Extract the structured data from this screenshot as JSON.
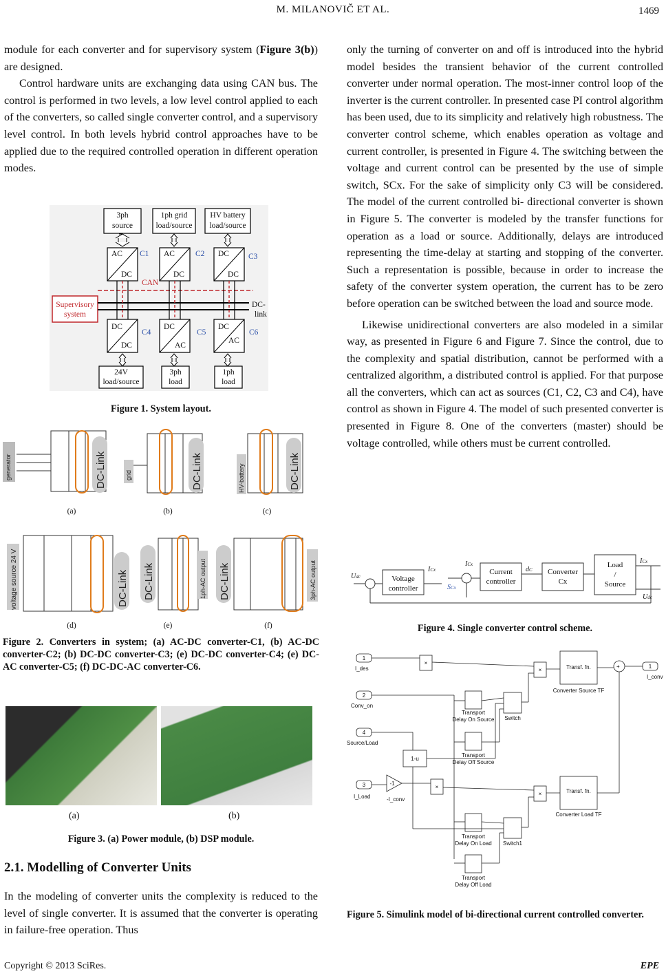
{
  "header": {
    "authors": "M. MILANOVIČ   ET   AL.",
    "page_number": "1469"
  },
  "left_column": {
    "p1": "module for each converter and for supervisory system (Figure 3(b)) are designed.",
    "p2": "Control hardware units are exchanging data using CAN bus. The control is performed in two levels, a low level control applied to each of the converters, so called single converter control, and a supervisory level control. In both levels hybrid control approaches have to be applied due to the required controlled operation in different operation modes.",
    "section_title": "2.1. Modelling of Converter Units",
    "p3": "In the modeling of converter units the complexity is reduced to the level of single converter. It is assumed that the converter is operating in failure-free operation. Thus"
  },
  "right_column": {
    "p1": "only the turning of converter on and off is introduced into the hybrid model besides the transient behavior of the current controlled converter under normal operation. The most-inner control loop of the inverter is the current controller. In presented case PI control algorithm has been used, due to its simplicity and relatively high robustness. The converter control scheme, which enables operation as voltage and current controller, is presented in Figure 4. The switching between the voltage and current control can be presented by the use of simple switch, SCx. For the sake of simplicity only C3 will be considered. The model of the current controlled bi- directional converter is shown in Figure 5. The converter is modeled by the transfer functions for operation as a load or source. Additionally, delays are introduced representing the time-delay at starting and stopping of the converter. Such a representation is possible, because in order to increase the safety of the converter system operation, the current has to be zero before operation can be switched between the load and source mode.",
    "p2": "Likewise unidirectional converters are also modeled in a similar way, as presented in Figure 6 and Figure 7. Since the control, due to the complexity and spatial distribution, cannot be performed with a centralized algorithm, a distributed control is applied. For that purpose all the converters, which can act as sources (C1, C2, C3 and C4), have control as shown in Figure 4. The model of such presented converter is presented in Figure 8. One of the converters (master) should be voltage controlled, while others must be current controlled."
  },
  "figure1": {
    "caption": "Figure 1. System layout.",
    "top_boxes": [
      "3ph source",
      "1ph grid load/source",
      "HV battery load/source"
    ],
    "top_converters": [
      {
        "in": "AC",
        "out": "DC",
        "label": "C1"
      },
      {
        "in": "AC",
        "out": "DC",
        "label": "C2"
      },
      {
        "in": "DC",
        "out": "DC",
        "label": "C3"
      }
    ],
    "bottom_converters": [
      {
        "in": "DC",
        "out": "DC",
        "label": "C4"
      },
      {
        "in": "DC",
        "out": "AC",
        "label": "C5"
      },
      {
        "in": "DC",
        "out": "AC",
        "label": "C6"
      }
    ],
    "bottom_boxes": [
      "24V load/source",
      "3ph load",
      "1ph load"
    ],
    "supervisory": "Supervisory system",
    "can": "CAN",
    "dclink": "DC- link"
  },
  "figure2": {
    "caption": "Figure 2. Converters in system; (a) AC-DC converter-C1, (b) AC-DC converter-C2; (b) DC-DC converter-C3; (e) DC-DC converter-C4; (e) DC-AC converter-C5; (f) DC-DC-AC converter-C6.",
    "sublabels": [
      "(a)",
      "(b)",
      "(c)",
      "(d)",
      "(e)",
      "(f)"
    ],
    "dclink": "DC-Link",
    "generator": "generator",
    "grid": "grid",
    "hv_battery": "HV-battery",
    "voltage_source": "voltage source 24 V",
    "ac1": "1ph-AC output",
    "ac3": "3ph-AC output"
  },
  "figure3": {
    "caption": "Figure 3. (a) Power module, (b) DSP module.",
    "sublabels": [
      "(a)",
      "(b)"
    ]
  },
  "figure4": {
    "caption": "Figure 4. Single converter control scheme.",
    "blocks": [
      "Voltage controller",
      "Current controller",
      "Converter Cx",
      "Load / Source"
    ]
  },
  "figure5": {
    "caption": "Figure 5. Simulink model of bi-directional current controlled converter.",
    "inports": [
      "I_des",
      "Conv_on",
      "Source/Load",
      "I_Load"
    ],
    "inport_numbers": [
      "1",
      "2",
      "4",
      "3"
    ],
    "outport": "I_conv",
    "outport_number": "1",
    "tf_source": "Converter Source TF",
    "tf_load": "Converter Load TF",
    "tf_label": "Transf. fn.",
    "delays": [
      "Transport Delay On Source",
      "Transport Delay Off Source",
      "Transport Delay On Load",
      "Transport Delay Off Load"
    ],
    "switches": [
      "Switch",
      "Switch1"
    ],
    "one_minus_u": "1-u",
    "gain": "-1",
    "gain_label": "-I_conv"
  },
  "footer": {
    "copyright": "Copyright © 2013 SciRes.",
    "journal": "EPE"
  }
}
